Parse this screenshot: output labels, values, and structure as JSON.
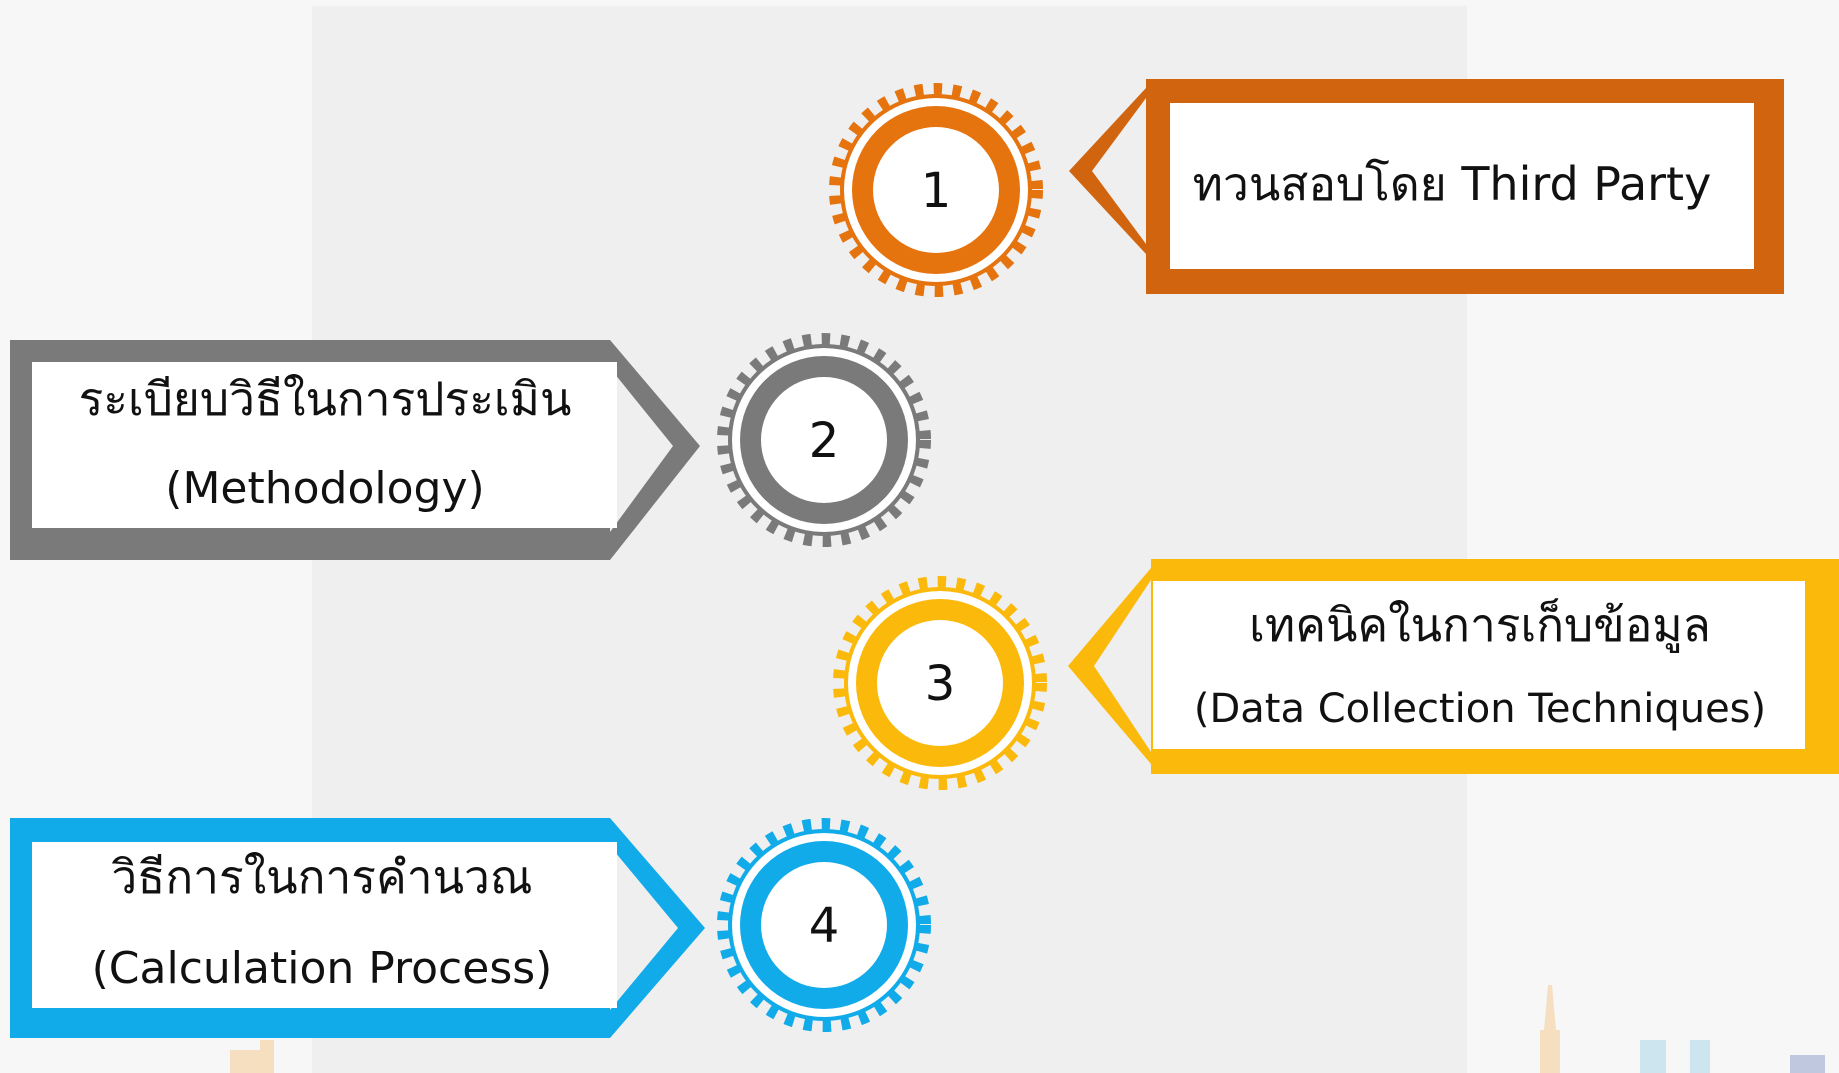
{
  "colors": {
    "step1": "#e5730e",
    "step1_box": "#d0640f",
    "step2": "#7a7a7a",
    "step3": "#fbb90c",
    "step4": "#11abe9"
  },
  "steps": [
    {
      "number": "1",
      "label_line1": "ทวนสอบโดย Third Party",
      "label_line2": ""
    },
    {
      "number": "2",
      "label_line1": "ระเบียบวิธีในการประเมิน",
      "label_line2": "(Methodology)"
    },
    {
      "number": "3",
      "label_line1": "เทคนิคในการเก็บข้อมูล",
      "label_line2": "(Data Collection Techniques)"
    },
    {
      "number": "4",
      "label_line1": "วิธีการในการคำนวณ",
      "label_line2": "(Calculation Process)"
    }
  ]
}
